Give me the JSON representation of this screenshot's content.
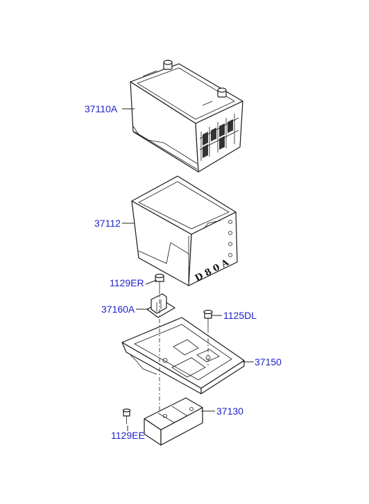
{
  "parts": [
    {
      "id": "battery",
      "label": "37110A"
    },
    {
      "id": "battery-insulator",
      "label": "37112"
    },
    {
      "id": "bolt-er",
      "label": "1129ER"
    },
    {
      "id": "battery-clamp",
      "label": "37160A"
    },
    {
      "id": "bolt-dl",
      "label": "1125DL"
    },
    {
      "id": "battery-tray",
      "label": "37150"
    },
    {
      "id": "tray-bracket",
      "label": "37130"
    },
    {
      "id": "bolt-ee",
      "label": "1129EE"
    }
  ],
  "stamp_text": "D 8 0 A"
}
